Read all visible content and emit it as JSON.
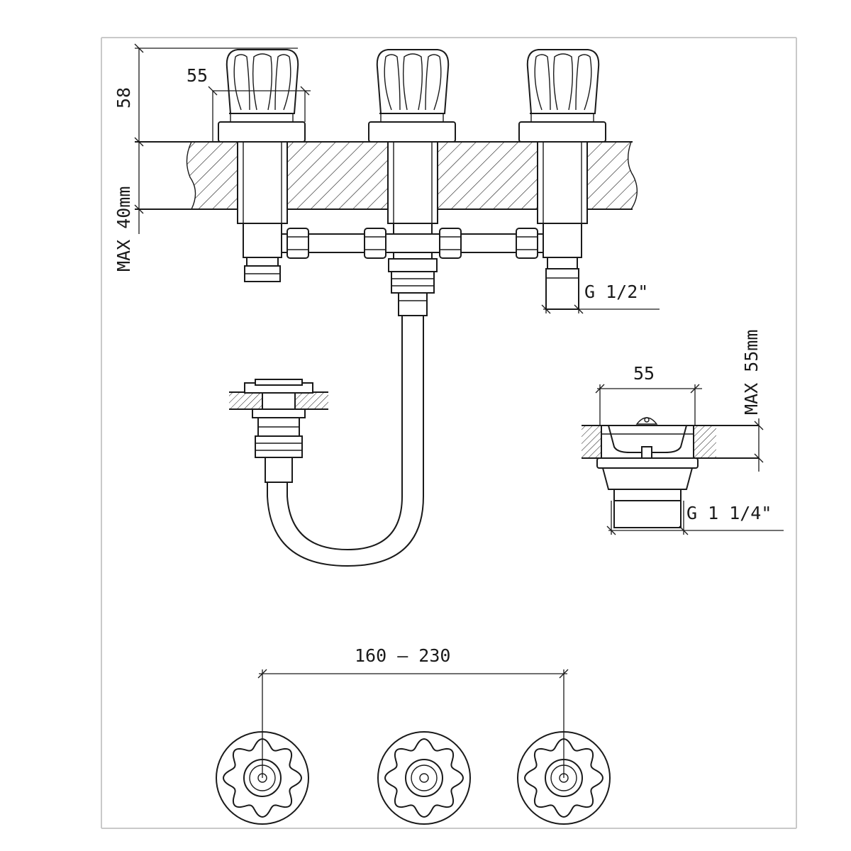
{
  "dimensions": {
    "handle_width": "55",
    "handle_height": "58",
    "deck_thickness": "MAX 40mm",
    "inlet_thread": "G 1/2\"",
    "spout_width": "55",
    "spout_height": "MAX 55mm",
    "waste_thread": "G 1 1/4\"",
    "centers_range": "160 – 230"
  },
  "colors": {
    "line": "#1a1a1a",
    "frame": "#c9c9c9",
    "background": "#ffffff"
  }
}
